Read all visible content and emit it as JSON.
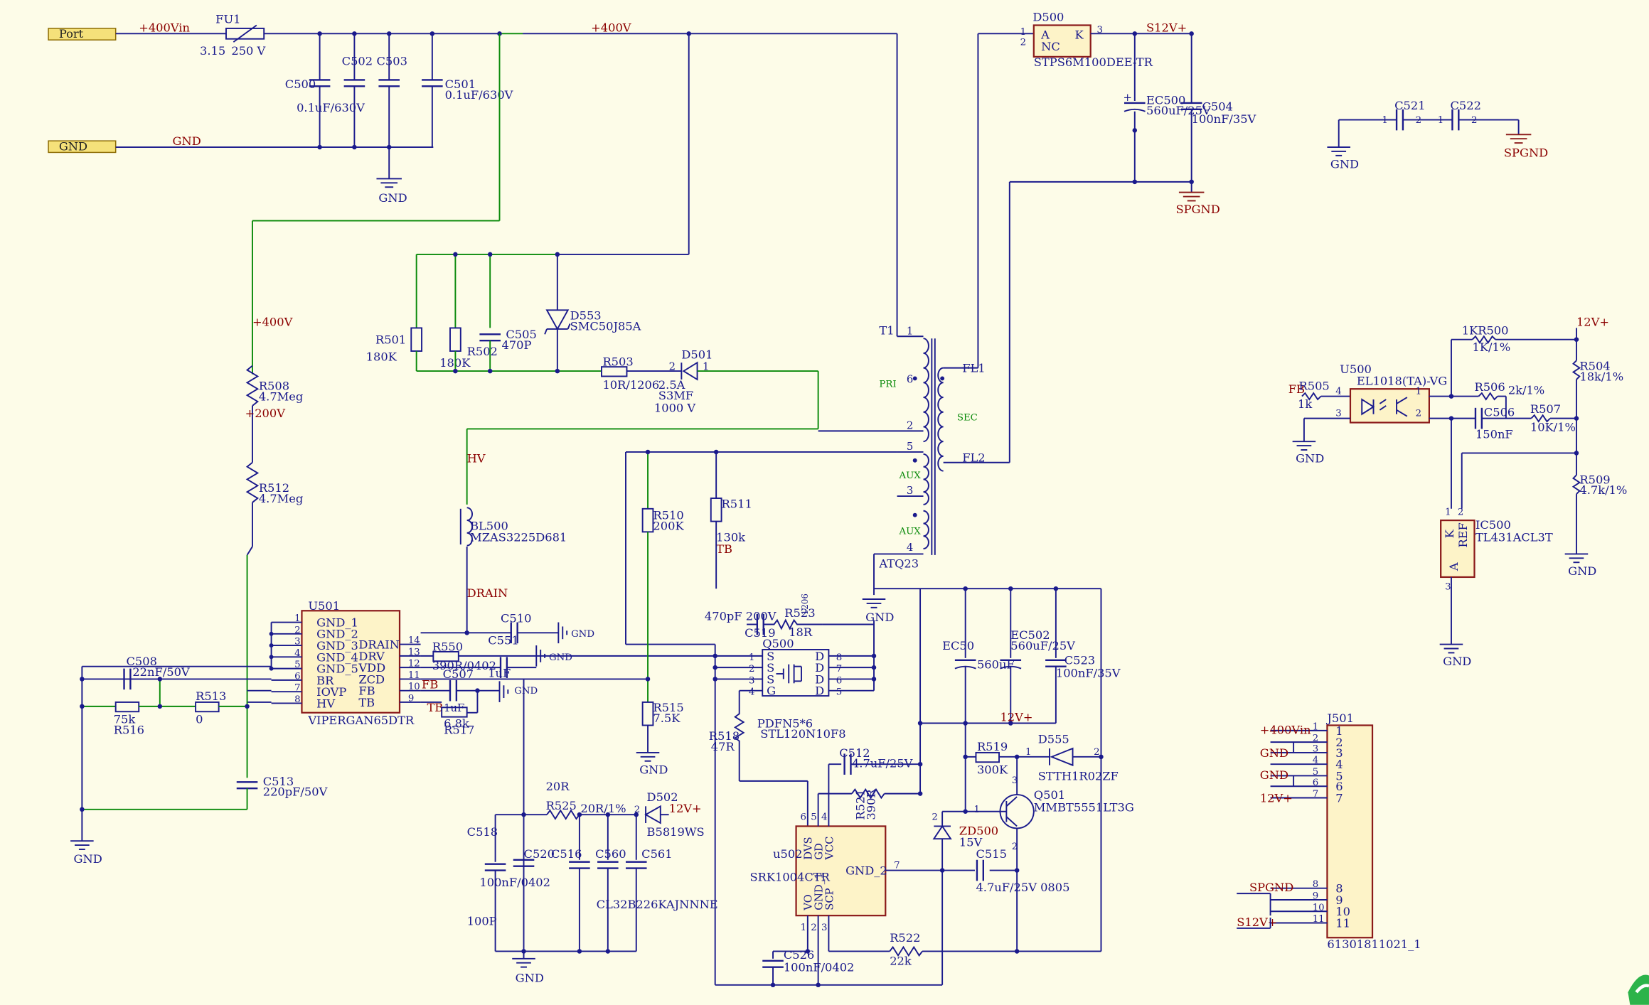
{
  "ports": {
    "port": "Port",
    "gnd": "GND"
  },
  "nets": {
    "vin400": "+400Vin",
    "v400a": "+400V",
    "v400b": "+400V",
    "v200": "+200V",
    "gnd": "GND",
    "s12v": "S12V+",
    "spgnd": "SPGND",
    "v12": "12V+",
    "hv": "HV",
    "drain": "DRAIN",
    "fb": "FB",
    "tb": "TB",
    "pri": "PRI",
    "sec": "SEC",
    "aux": "AUX",
    "fl1": "FL1",
    "fl2": "FL2"
  },
  "components": {
    "fu1": {
      "ref": "FU1",
      "value": "3.15",
      "value2": "250 V"
    },
    "c500": {
      "ref": "C500",
      "value": "0.1uF/630V"
    },
    "c501": {
      "ref": "C501",
      "value": "0.1uF/630V"
    },
    "c502": {
      "ref": "C502"
    },
    "c503": {
      "ref": "C503"
    },
    "d500": {
      "ref": "D500",
      "value": "STPS6M100DEE-TR",
      "pa": "A",
      "pnc": "NC",
      "pk": "K"
    },
    "ec500": {
      "ref": "EC500",
      "value": "560uF/25V"
    },
    "c504": {
      "ref": "C504",
      "value": "100nF/35V"
    },
    "c521": {
      "ref": "C521"
    },
    "c522": {
      "ref": "C522"
    },
    "r501": {
      "ref": "R501",
      "value": "180K"
    },
    "r502": {
      "ref": "R502",
      "value": "180K"
    },
    "c505": {
      "ref": "C505",
      "value": "470P"
    },
    "d553": {
      "ref": "D553",
      "value": "SMC50J85A"
    },
    "r503": {
      "ref": "R503",
      "value": "10R/1206"
    },
    "d501": {
      "ref": "D501",
      "value": "2.5A",
      "value2": "S3MF",
      "value3": "1000 V"
    },
    "t1": {
      "ref": "T1",
      "value": "ATQ23"
    },
    "r508": {
      "ref": "R508",
      "value": "4.7Meg"
    },
    "r512": {
      "ref": "R512",
      "value": "4.7Meg"
    },
    "bl500": {
      "ref": "BL500",
      "value": "MZAS3225D681"
    },
    "r510": {
      "ref": "R510",
      "value": "200K"
    },
    "r511": {
      "ref": "R511",
      "value": "130k"
    },
    "u501": {
      "ref": "U501",
      "value": "VIPERGAN65DTR"
    },
    "c510": {
      "ref": "C510"
    },
    "c551": {
      "ref": "C551"
    },
    "r550": {
      "ref": "R550",
      "value": "390R/0402"
    },
    "c507": {
      "ref": "C507",
      "value": "1uF"
    },
    "r517": {
      "ref": "R517",
      "value": "6.8k",
      "value2": "1uF"
    },
    "c508": {
      "ref": "C508",
      "value": "22nF/50V"
    },
    "r513": {
      "ref": "R513",
      "value": "0"
    },
    "r516": {
      "ref": "R516",
      "value": "75k"
    },
    "c513": {
      "ref": "C513",
      "value": "220pF/50V"
    },
    "r515": {
      "ref": "R515",
      "value": "7.5K"
    },
    "c519": {
      "ref": "C519",
      "value": "470pF 200V"
    },
    "r523": {
      "ref": "R523",
      "value": "18R",
      "pkg": "1206"
    },
    "q500": {
      "ref": "Q500",
      "value": "STL120N10F8",
      "pkg": "PDFN5*6"
    },
    "ec50": {
      "ref": "EC50",
      "value": "560uF"
    },
    "ec502": {
      "ref": "EC502",
      "value": "560uF/25V"
    },
    "c523": {
      "ref": "C523",
      "value": "100nF/35V"
    },
    "r518": {
      "ref": "R518",
      "value": "47R"
    },
    "c512": {
      "ref": "C512",
      "value": "4.7uF/25V"
    },
    "r521": {
      "ref": "R521",
      "value": "390R"
    },
    "u502": {
      "ref": "u502",
      "value": "SRK1004CTR"
    },
    "r519": {
      "ref": "R519",
      "value": "300K"
    },
    "d555": {
      "ref": "D555",
      "value": "STTH1R02ZF"
    },
    "q501": {
      "ref": "Q501",
      "value": "MMBT5551LT3G"
    },
    "zd500": {
      "ref": "ZD500",
      "value": "15V"
    },
    "c515": {
      "ref": "C515",
      "value": "4.7uF/25V 0805"
    },
    "r522": {
      "ref": "R522",
      "value": "22k"
    },
    "c526": {
      "ref": "C526",
      "value": "100nF/0402"
    },
    "c518": {
      "ref": "C518",
      "value": "100nF/0402",
      "value2": "100P"
    },
    "c520": {
      "ref": "C520"
    },
    "r525": {
      "ref": "R525",
      "value": "20R/1%",
      "value2": "20R"
    },
    "d502": {
      "ref": "D502",
      "value": "B5819WS"
    },
    "c516": {
      "ref": "C516"
    },
    "c560": {
      "ref": "C560",
      "value": "CL32B226KAJNNNE"
    },
    "c561": {
      "ref": "C561"
    },
    "r500": {
      "ref": "1KR500",
      "value": "1K/1%"
    },
    "r504": {
      "ref": "R504",
      "value": "18k/1%"
    },
    "r505": {
      "ref": "R505",
      "value": "1k"
    },
    "u500": {
      "ref": "U500",
      "value": "EL1018(TA)-VG"
    },
    "r506": {
      "ref": "R506",
      "value": "2k/1%"
    },
    "c506": {
      "ref": "C506",
      "value": "150nF"
    },
    "r507": {
      "ref": "R507",
      "value": "10K/1%"
    },
    "r509": {
      "ref": "R509",
      "value": "4.7k/1%"
    },
    "ic500": {
      "ref": "IC500",
      "value": "TL431ACL3T",
      "pk": "K",
      "pref": "REF",
      "pa": "A"
    },
    "j501": {
      "ref": "J501",
      "value": "61301811021_1"
    }
  },
  "u501_pins": {
    "left": [
      {
        "num": "1",
        "name": "GND_1"
      },
      {
        "num": "2",
        "name": "GND_2"
      },
      {
        "num": "3",
        "name": "GND_3"
      },
      {
        "num": "4",
        "name": "GND_4"
      },
      {
        "num": "5",
        "name": "GND_5"
      },
      {
        "num": "6",
        "name": "BR"
      },
      {
        "num": "7",
        "name": "IOVP"
      },
      {
        "num": "8",
        "name": "HV"
      }
    ],
    "right": [
      {
        "num": "14",
        "name": "DRAIN"
      },
      {
        "num": "13",
        "name": "DRV"
      },
      {
        "num": "12",
        "name": "VDD"
      },
      {
        "num": "11",
        "name": "ZCD"
      },
      {
        "num": "10",
        "name": "FB"
      },
      {
        "num": "9",
        "name": "TB"
      }
    ]
  },
  "q500_pins": {
    "left": [
      {
        "num": "1",
        "name": "S"
      },
      {
        "num": "2",
        "name": "S"
      },
      {
        "num": "3",
        "name": "S"
      },
      {
        "num": "4",
        "name": "G"
      }
    ],
    "right": [
      {
        "num": "8",
        "name": "D"
      },
      {
        "num": "7",
        "name": "D"
      },
      {
        "num": "6",
        "name": "D"
      },
      {
        "num": "5",
        "name": "D"
      }
    ]
  },
  "u502_pins": {
    "top": [
      "DVS",
      "GD",
      "VCC"
    ],
    "bottom": [
      "VO",
      "GND_1",
      "SCP"
    ],
    "right": "GND_2",
    "nums_top": [
      "6",
      "5",
      "4"
    ],
    "nums_bottom": [
      "1",
      "2",
      "3"
    ],
    "num_right": "7"
  },
  "j501_pins": [
    "1",
    "2",
    "3",
    "4",
    "5",
    "6",
    "7",
    "8",
    "9",
    "10",
    "11"
  ],
  "j501_nets": {
    "p1": "+400Vin",
    "p3": "GND",
    "p5": "GND",
    "p7": "12V+",
    "p8": "SPGND",
    "p11": "S12V+"
  },
  "t1_pins": {
    "p1": "1",
    "p6": "6",
    "p2": "2",
    "p5": "5",
    "p3": "3",
    "p4": "4"
  }
}
